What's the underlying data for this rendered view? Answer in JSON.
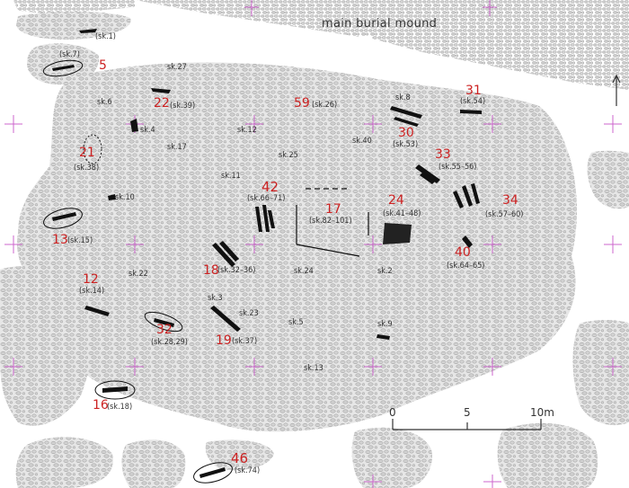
{
  "title": "main burial mound",
  "scale": {
    "ticks": [
      "0",
      "5",
      "10m"
    ]
  },
  "north_icon": "north-arrow-icon",
  "colors": {
    "accent": "#cc2222",
    "grid": "#cc66cc",
    "stone": "#c8c8c8",
    "line": "#222222"
  },
  "burials": [
    {
      "num": "",
      "sk": "(sk.1)"
    },
    {
      "num": "5",
      "sk": "(sk.7)"
    },
    {
      "num": "",
      "sk": "sk.27"
    },
    {
      "num": "",
      "sk": "sk.6"
    },
    {
      "num": "22",
      "sk": "(sk.39)"
    },
    {
      "num": "59",
      "sk": "(sk.26)"
    },
    {
      "num": "31",
      "sk": "(sk.54)"
    },
    {
      "num": "",
      "sk": "sk.8"
    },
    {
      "num": "",
      "sk": "sk.4"
    },
    {
      "num": "",
      "sk": "sk.12"
    },
    {
      "num": "",
      "sk": "sk.40"
    },
    {
      "num": "30",
      "sk": "(sk.53)"
    },
    {
      "num": "21",
      "sk": "(sk.38)"
    },
    {
      "num": "",
      "sk": "sk.17"
    },
    {
      "num": "",
      "sk": "sk.25"
    },
    {
      "num": "33",
      "sk": "(sk.55–56)"
    },
    {
      "num": "",
      "sk": "sk.11"
    },
    {
      "num": "42",
      "sk": "(sk.66–71)"
    },
    {
      "num": "",
      "sk": "sk.10"
    },
    {
      "num": "17",
      "sk": "(sk.82–101)"
    },
    {
      "num": "24",
      "sk": "(sk.41–48)"
    },
    {
      "num": "34",
      "sk": "(sk.57–60)"
    },
    {
      "num": "13",
      "sk": "(sk.15)"
    },
    {
      "num": "40",
      "sk": "(sk.64–65)"
    },
    {
      "num": "18",
      "sk": "(sk.32–36)"
    },
    {
      "num": "",
      "sk": "sk.24"
    },
    {
      "num": "",
      "sk": "sk.2"
    },
    {
      "num": "",
      "sk": "sk.22"
    },
    {
      "num": "12",
      "sk": "(sk.14)"
    },
    {
      "num": "",
      "sk": "sk.3"
    },
    {
      "num": "",
      "sk": "sk.23"
    },
    {
      "num": "",
      "sk": "sk.5"
    },
    {
      "num": "",
      "sk": "sk.9"
    },
    {
      "num": "32",
      "sk": "(sk.28,29)"
    },
    {
      "num": "19",
      "sk": "(sk.37)"
    },
    {
      "num": "",
      "sk": "sk.13"
    },
    {
      "num": "16",
      "sk": "(sk.18)"
    },
    {
      "num": "46",
      "sk": "(sk.74)"
    }
  ]
}
